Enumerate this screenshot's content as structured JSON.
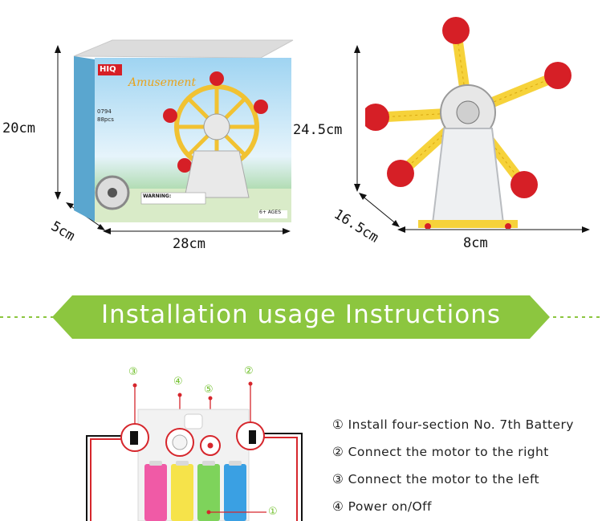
{
  "dimensions": {
    "box_height": "20cm",
    "box_depth": "5cm",
    "box_width": "28cm",
    "model_height": "24.5cm",
    "model_depth": "16.5cm",
    "model_width": "8cm"
  },
  "package": {
    "brand": "HIQ",
    "title": "Amusement",
    "code": "0794",
    "pieces": "88pcs",
    "age": "6+ AGES",
    "warning": "WARNING:"
  },
  "banner": {
    "title": "Installation usage Instructions",
    "color": "#8cc63f"
  },
  "battery_box": {
    "markers": [
      "③",
      "④",
      "⑤",
      "②"
    ],
    "battery_marker": "①"
  },
  "instructions": [
    "① Install four-section No. 7th Battery",
    "② Connect the motor to the right",
    "③ Connect the motor to the left",
    "④ Power on/Off"
  ],
  "colors": {
    "accent_green": "#8cc63f",
    "wheel_red": "#d61f26",
    "wheel_yellow": "#f6d23a",
    "wire_red": "#d6262c"
  }
}
